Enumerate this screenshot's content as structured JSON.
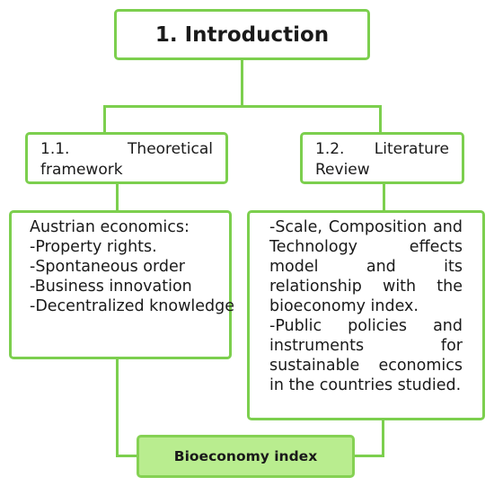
{
  "root": {
    "title": "1. Introduction"
  },
  "branches": [
    {
      "title": "1.1. Theoretical framework",
      "content": {
        "heading": "Austrian economics:",
        "items": [
          "-Property rights.",
          "-Spontaneous order",
          "-Business innovation",
          "-Decentralized knowledge"
        ]
      }
    },
    {
      "title": "1.2. Literature Review",
      "content": {
        "items": [
          "-Scale, Composition and Technology effects model and its relationship with the bioeconomy index.",
          "-Public policies and instruments for sustainable economics in the countries studied."
        ]
      }
    }
  ],
  "result": {
    "title": "Bioeconomy index"
  },
  "colors": {
    "border": "#7ccf4e",
    "result_fill": "#b9ed8f"
  }
}
